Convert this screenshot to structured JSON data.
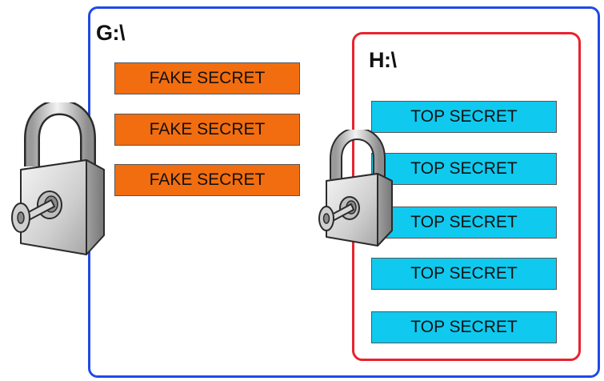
{
  "drives": {
    "outer": {
      "label": "G:\\",
      "border_color": "#1f4be8",
      "boxes": [
        "FAKE SECRET",
        "FAKE SECRET",
        "FAKE SECRET"
      ],
      "box_color": "#f26d0f"
    },
    "inner": {
      "label": "H:\\",
      "border_color": "#e8232f",
      "boxes": [
        "TOP SECRET",
        "TOP SECRET",
        "TOP SECRET",
        "TOP SECRET",
        "TOP SECRET"
      ],
      "box_color": "#10c9ef"
    }
  },
  "icons": {
    "outer_lock": "padlock-with-key-icon",
    "inner_lock": "padlock-with-key-icon"
  }
}
